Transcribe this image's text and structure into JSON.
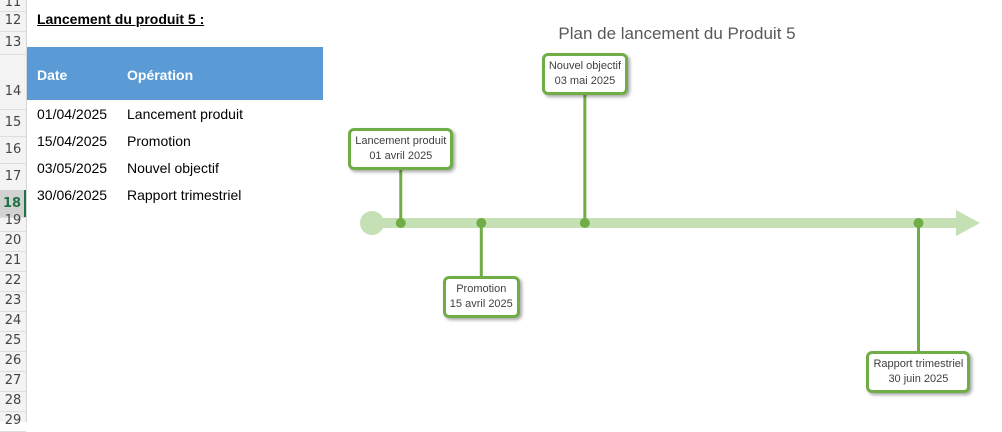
{
  "spreadsheet": {
    "row_numbers": [
      "11",
      "12",
      "13",
      "14",
      "15",
      "16",
      "17",
      "18",
      "19",
      "20",
      "21",
      "22",
      "23",
      "24",
      "25",
      "26",
      "27",
      "28",
      "29"
    ],
    "selected_row": "18",
    "section_title": "Lancement du produit 5 :",
    "table": {
      "headers": [
        "Date",
        "Opération"
      ],
      "rows": [
        [
          "01/04/2025",
          "Lancement produit"
        ],
        [
          "15/04/2025",
          "Promotion"
        ],
        [
          "03/05/2025",
          "Nouvel objectif"
        ],
        [
          "30/06/2025",
          "Rapport trimestriel"
        ]
      ],
      "header_color": "#5b9bd5"
    }
  },
  "chart_data": {
    "type": "timeline",
    "title": "Plan de lancement du Produit 5",
    "events": [
      {
        "label": "Lancement produit",
        "date_label": "01 avril 2025",
        "date": "2025-04-01",
        "side": "above",
        "height": 2
      },
      {
        "label": "Promotion",
        "date_label": "15 avril 2025",
        "date": "2025-04-15",
        "side": "below",
        "height": 2
      },
      {
        "label": "Nouvel objectif",
        "date_label": "03 mai 2025",
        "date": "2025-05-03",
        "side": "above",
        "height": 4
      },
      {
        "label": "Rapport trimestriel",
        "date_label": "30 juin 2025",
        "date": "2025-06-30",
        "side": "below",
        "height": 4
      }
    ],
    "colors": {
      "axis": "#c5e0b4",
      "marker": "#70ad47",
      "title": "#595959"
    }
  }
}
